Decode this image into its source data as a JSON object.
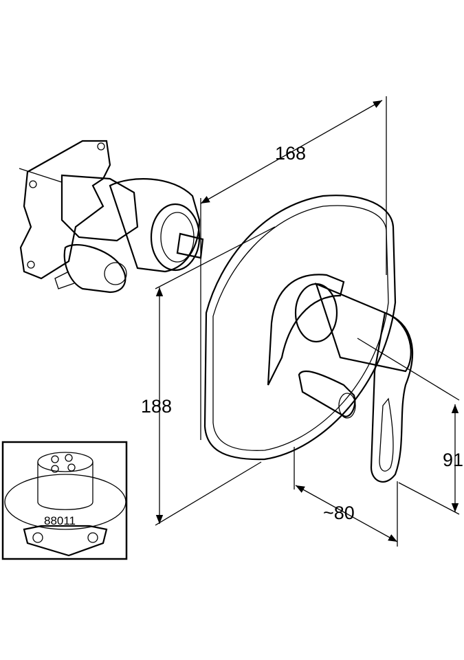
{
  "dimensions": {
    "depth": "168",
    "height": "188",
    "lever_height": "91",
    "lever_projection": "~80"
  },
  "inset": {
    "part_number": "88011"
  }
}
